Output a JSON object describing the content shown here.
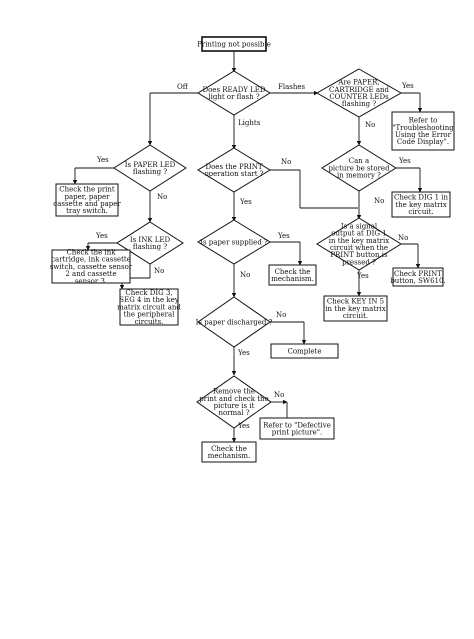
{
  "diagram": {
    "start": {
      "lines": [
        "Printing not possible"
      ]
    },
    "decisions": {
      "ready_led": {
        "lines": [
          "Does READY LED",
          "light or flash ?"
        ]
      },
      "paper_cartridge_counter": {
        "lines": [
          "Are PAPER,",
          "CARTRIDGE and",
          "COUNTER LEDs",
          "flashing ?"
        ]
      },
      "paper_led": {
        "lines": [
          "Is PAPER LED",
          "flashing ?"
        ]
      },
      "print_start": {
        "lines": [
          "Does the PRINT",
          "operation start ?"
        ]
      },
      "picture_stored": {
        "lines": [
          "Can a",
          "picture be stored",
          "in memory ?"
        ]
      },
      "ink_led": {
        "lines": [
          "Is INK LED",
          "flashing ?"
        ]
      },
      "paper_supplied": {
        "lines": [
          "Is paper supplied ?"
        ]
      },
      "signal_output": {
        "lines": [
          "Is a signal",
          "output at DIG 1",
          "in the key matrix",
          "circuit when the",
          "PRINT button is",
          "pressed ?"
        ]
      },
      "paper_discharged": {
        "lines": [
          "Is paper discharged ?"
        ]
      },
      "picture_normal": {
        "lines": [
          "Remove the",
          "print and check the",
          "picture is it",
          "normal ?"
        ]
      }
    },
    "actions": {
      "refer_error_code": {
        "lines": [
          "Refer to",
          "\"Troubleshooting",
          "Using the Error",
          "Code Display\"."
        ]
      },
      "check_print_paper": {
        "lines": [
          "Check the print",
          "paper, paper",
          "cassette and paper",
          "tray switch."
        ]
      },
      "check_dig1": {
        "lines": [
          "Check DIG 1 in",
          "the key matrix",
          "circuit."
        ]
      },
      "check_ink": {
        "lines": [
          "Check the ink",
          "cartridge, ink cassette",
          "switch, cassette sensor",
          "2 and cassette",
          "sensor 3."
        ]
      },
      "check_mechanism_1": {
        "lines": [
          "Check the",
          "mechanism."
        ]
      },
      "check_print_button": {
        "lines": [
          "Check PRINT",
          "button, SW610."
        ]
      },
      "check_dig3": {
        "lines": [
          "Check DIG 3,",
          "SEG 4 in the key",
          "matrix circuit and",
          "the peripheral",
          "circuits."
        ]
      },
      "check_key_in5": {
        "lines": [
          "Check KEY IN 5",
          "in the key matrix",
          "circuit."
        ]
      },
      "complete": {
        "lines": [
          "Complete"
        ]
      },
      "refer_defective": {
        "lines": [
          "Refer to \"Defective",
          "print picture\"."
        ]
      },
      "check_mechanism_2": {
        "lines": [
          "Check the",
          "mechanism."
        ]
      }
    },
    "labels": {
      "off": "Off",
      "flashes": "Flashes",
      "lights": "Lights",
      "yes": "Yes",
      "no": "No"
    }
  }
}
